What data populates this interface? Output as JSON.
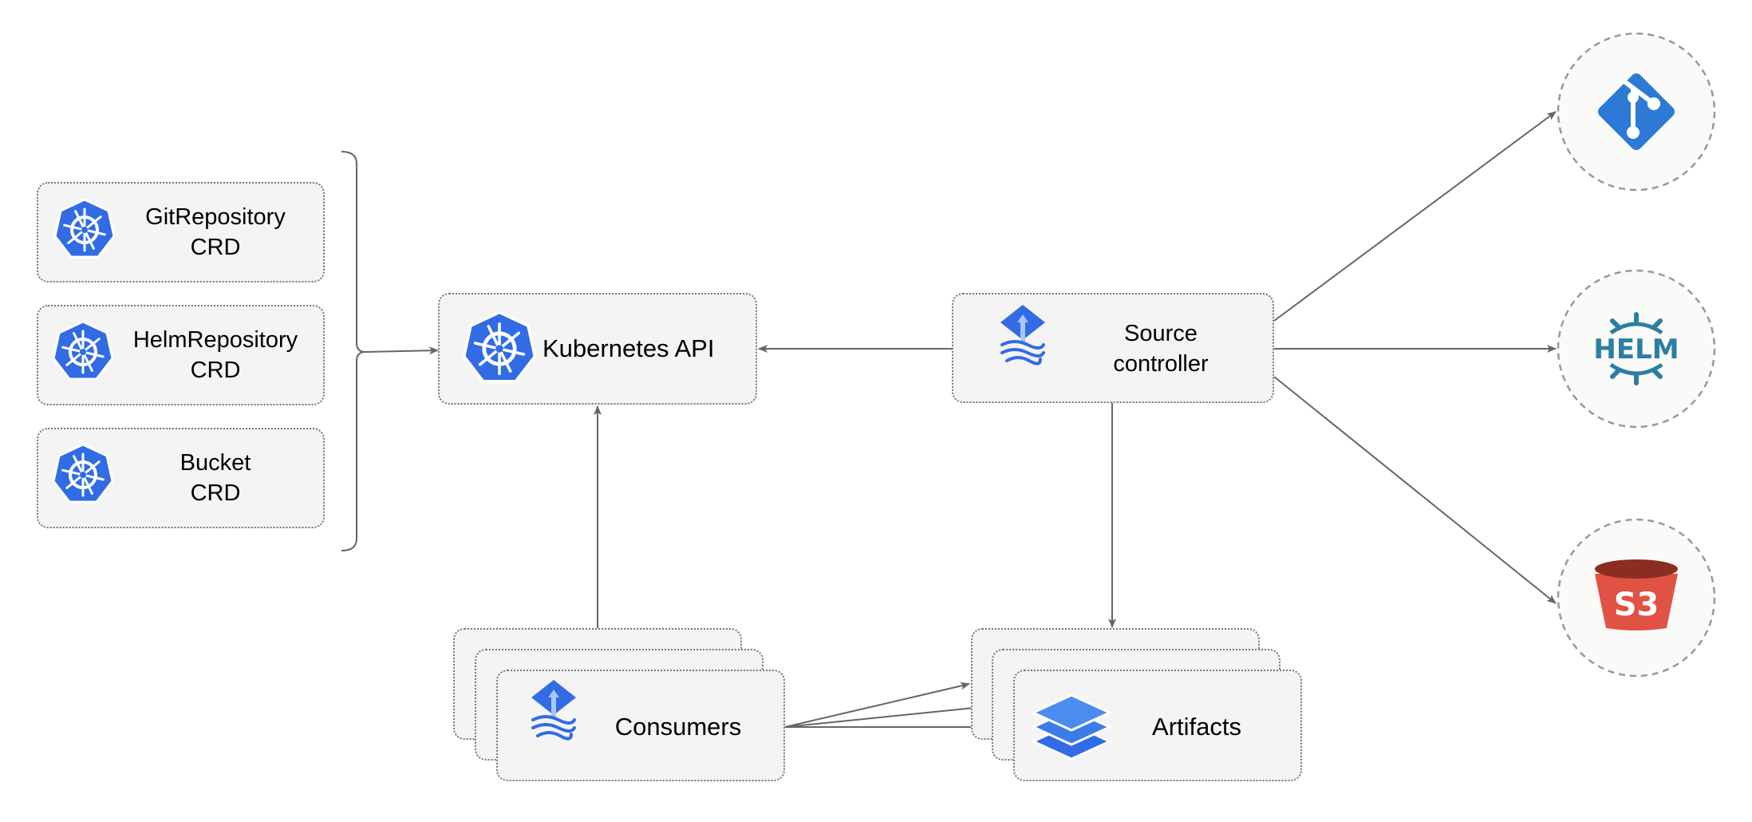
{
  "crds": [
    {
      "name": "GitRepository",
      "kind": "CRD"
    },
    {
      "name": "HelmRepository",
      "kind": "CRD"
    },
    {
      "name": "Bucket",
      "kind": "CRD"
    }
  ],
  "kubernetes_api": {
    "label": "Kubernetes API"
  },
  "source_controller": {
    "line1": "Source",
    "line2": "controller"
  },
  "consumers": {
    "label": "Consumers"
  },
  "artifacts": {
    "label": "Artifacts"
  },
  "sources": {
    "git_icon": "git-icon",
    "helm_icon": "helm-icon",
    "helm_text": "HELM",
    "s3_icon": "s3-bucket-icon",
    "s3_text": "S3"
  },
  "colors": {
    "k8s_blue": "#326ce5",
    "git_blue": "#2d7ad6",
    "helm_teal": "#2b7fa3",
    "s3_red": "#e05243",
    "s3_dark": "#8c2d22",
    "arrow": "#666666",
    "box_bg": "#f4f4f4"
  }
}
